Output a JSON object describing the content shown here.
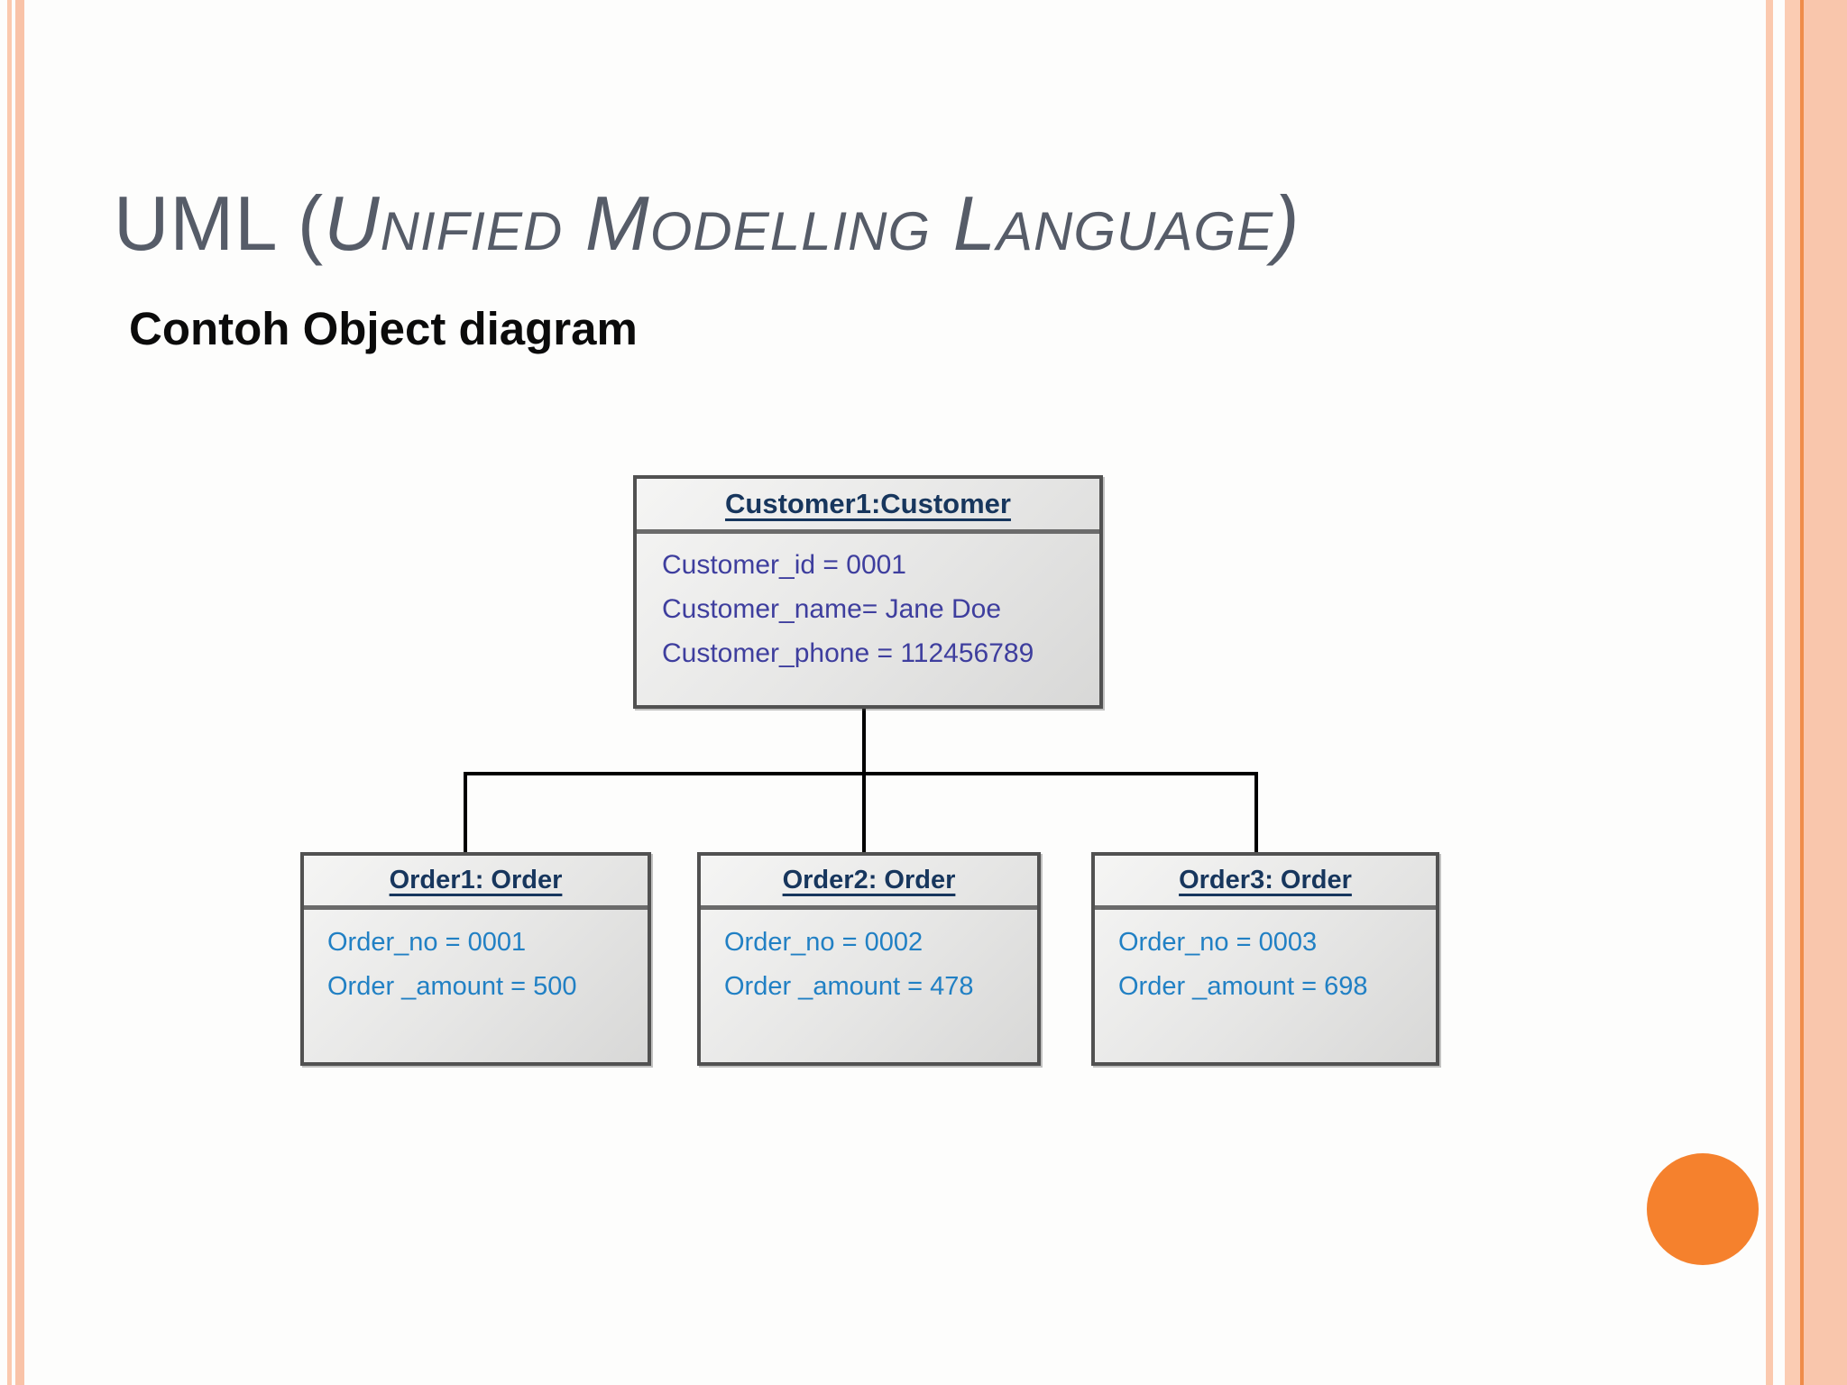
{
  "slide": {
    "title": {
      "prefix": "UML (",
      "emphasis": "Unified Modelling Language",
      "suffix": ")"
    },
    "subtitle": "Contoh Object diagram"
  },
  "diagram": {
    "customer": {
      "header": "Customer1:Customer",
      "attributes": [
        "Customer_id = 0001",
        "Customer_name= Jane Doe",
        "Customer_phone = 112456789"
      ]
    },
    "orders": [
      {
        "header": "Order1: Order",
        "attributes": [
          "Order_no = 0001",
          "Order _amount = 500"
        ]
      },
      {
        "header": "Order2: Order",
        "attributes": [
          "Order_no = 0002",
          "Order _amount = 478"
        ]
      },
      {
        "header": "Order3: Order",
        "attributes": [
          "Order_no = 0003",
          "Order _amount = 698"
        ]
      }
    ]
  },
  "colors": {
    "accent_orange": "#f5812d",
    "stripe_salmon": "#fac7ad",
    "stripe_dark_line": "#ef8c49",
    "title_gray": "#565c68",
    "uml_header_navy": "#17365d",
    "customer_attr_indigo": "#3e3e9e",
    "order_attr_blue": "#2180c4",
    "box_border_gray": "#515151",
    "connector_black": "#000000"
  }
}
